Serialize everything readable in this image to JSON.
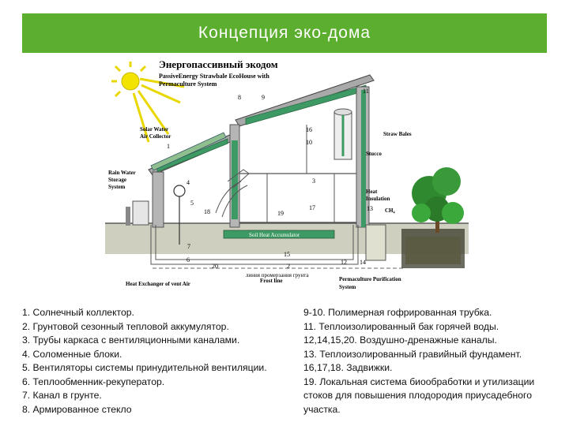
{
  "slide": {
    "title": "Концепция эко-дома"
  },
  "diagram": {
    "heading": "Энергопассивный экодом",
    "subheading_line1": "PassiveEnergy Strawbale EcoHouse with",
    "subheading_line2": "Permaculture System",
    "labels": {
      "solar_water_1": "Solar Water",
      "solar_water_2": "Air Collector",
      "rain_water_1": "Rain Water",
      "rain_water_2": "Storage",
      "rain_water_3": "System",
      "straw_bales": "Straw Bales",
      "stucco": "Stucco",
      "heat_insulation_1": "Heat",
      "heat_insulation_2": "Insulation",
      "ch4": "CH₄",
      "soil_heat": "Soil Heat Accumulator",
      "frost_line_1": "линия промерзания грунта",
      "frost_line_2": "Frost line",
      "heat_exchanger": "Heat Exchanger of vent Air",
      "purification_1": "Permaculture Purification",
      "purification_2": "System"
    },
    "numbers": [
      "1",
      "2",
      "3",
      "4",
      "5",
      "6",
      "7",
      "8",
      "9",
      "10",
      "11",
      "12",
      "13",
      "14",
      "15",
      "16",
      "17",
      "18",
      "19",
      "20"
    ],
    "colors": {
      "wall": "#9a9a9a",
      "insulation": "#3c8f5a",
      "ground": "#c9c9b7",
      "tree": "#2f8a2f",
      "sun": "#e6d400"
    }
  },
  "legend": {
    "left": [
      "1. Солнечный коллектор.",
      "2. Грунтовой сезонный тепловой аккумулятор.",
      "3. Трубы каркаса с вентиляционными каналами.",
      "4. Соломенные блоки.",
      "5. Вентиляторы системы принудительной вентиляции.",
      "6. Теплообменник-рекуператор.",
      "7. Канал в грунте.",
      "8. Армированное стекло"
    ],
    "right": [
      "9-10. Полимерная гофрированная трубка.",
      "11. Теплоизолированный бак горячей воды.",
      "12,14,15,20. Воздушно-дренажные каналы.",
      "13. Теплоизолированный гравийный фундамент.",
      "16,17,18. Задвижки.",
      "19. Локальная система биообработки и утилизации стоков для повышения плодородия приусадебного участка."
    ]
  }
}
